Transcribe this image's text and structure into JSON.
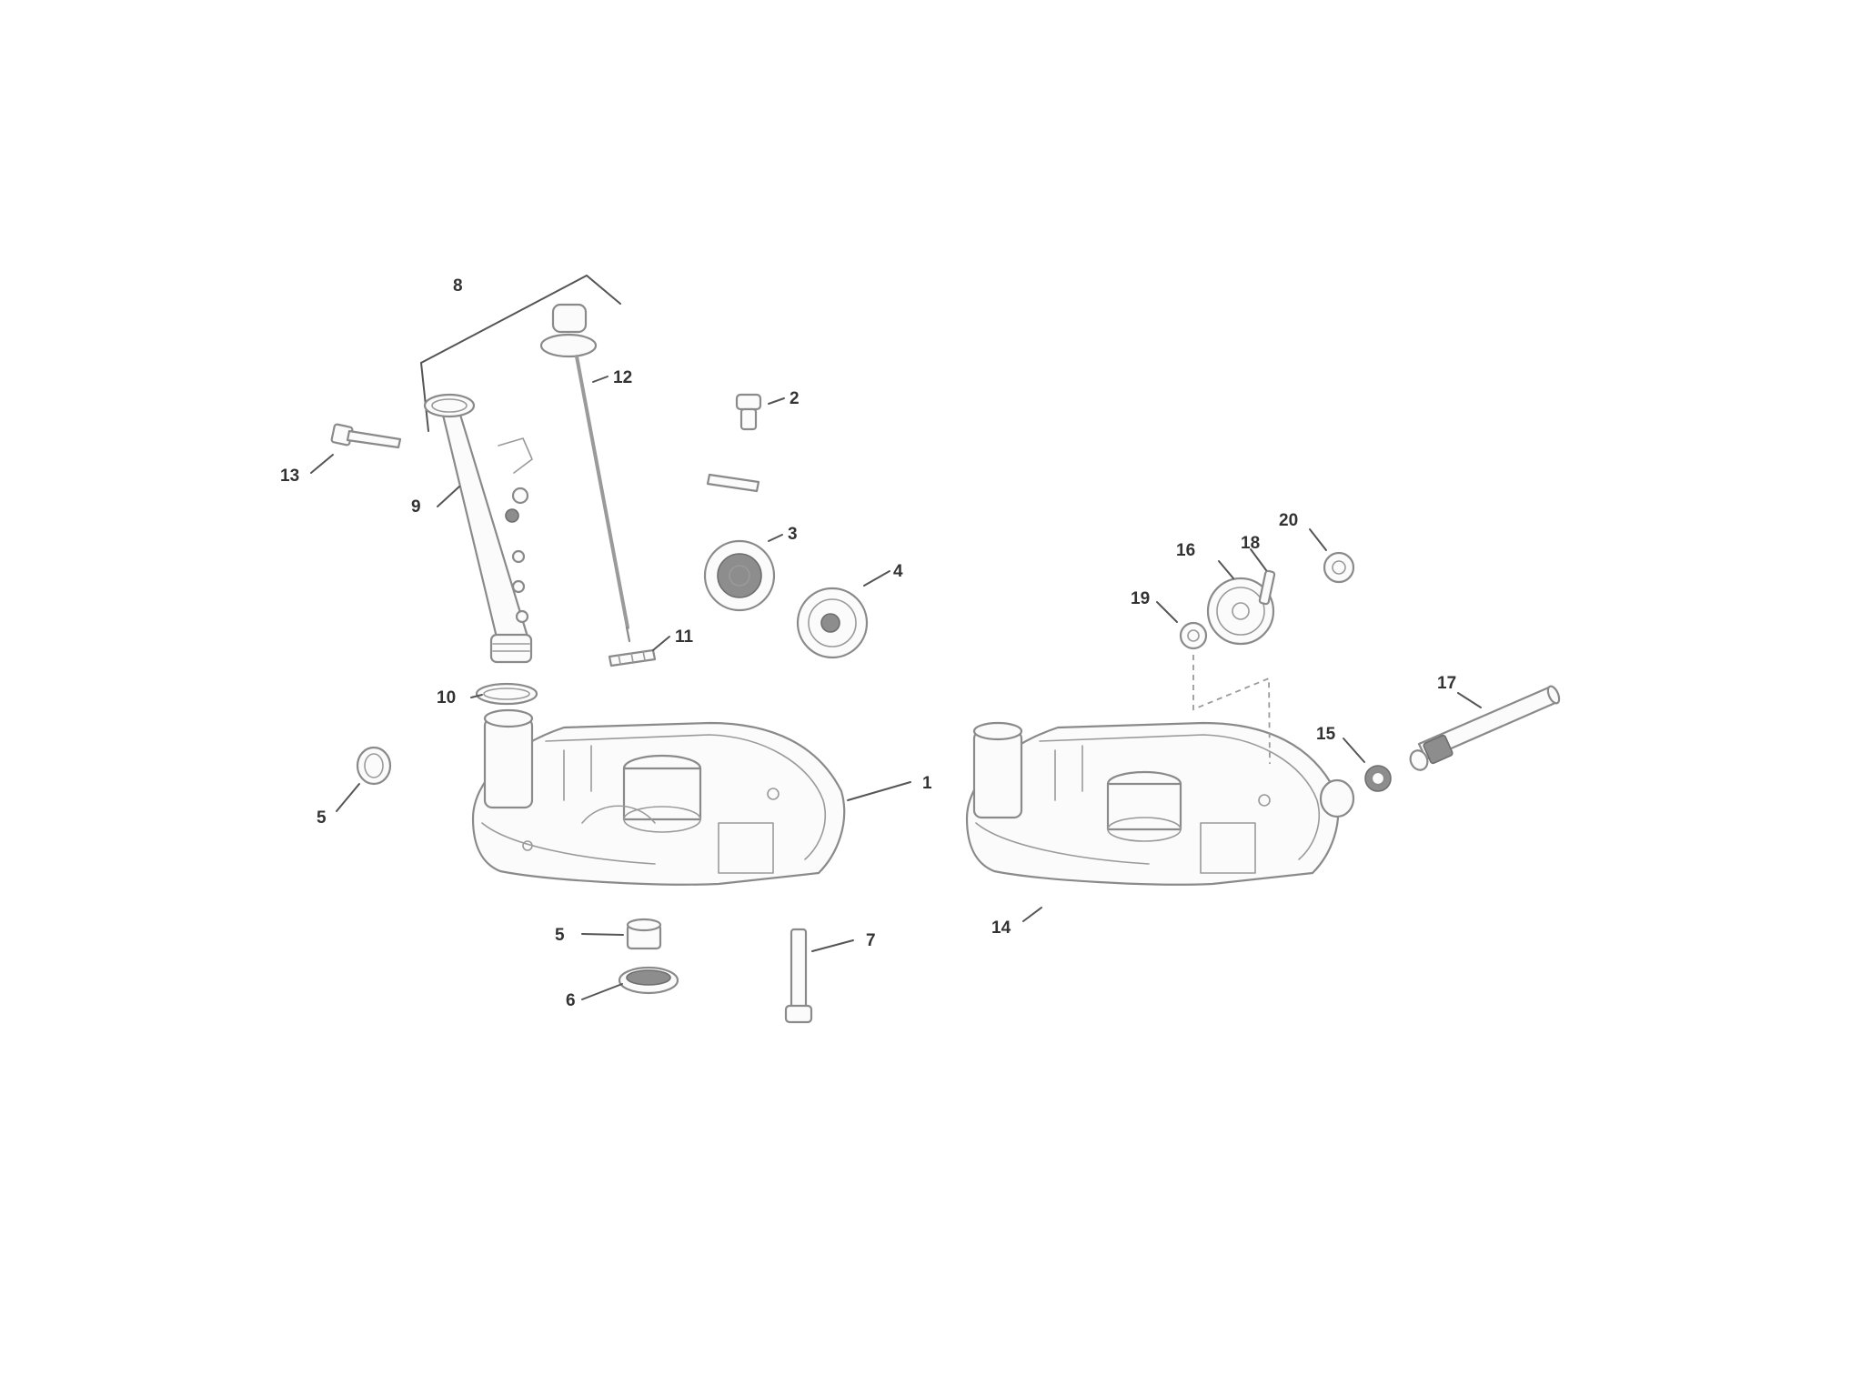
{
  "diagram": {
    "callouts": [
      {
        "id": "c1",
        "label": "1"
      },
      {
        "id": "c2",
        "label": "2"
      },
      {
        "id": "c3",
        "label": "3"
      },
      {
        "id": "c4",
        "label": "4"
      },
      {
        "id": "c5a",
        "label": "5"
      },
      {
        "id": "c5b",
        "label": "5"
      },
      {
        "id": "c6",
        "label": "6"
      },
      {
        "id": "c7",
        "label": "7"
      },
      {
        "id": "c8",
        "label": "8"
      },
      {
        "id": "c9",
        "label": "9"
      },
      {
        "id": "c10",
        "label": "10"
      },
      {
        "id": "c11",
        "label": "11"
      },
      {
        "id": "c12",
        "label": "12"
      },
      {
        "id": "c13",
        "label": "13"
      },
      {
        "id": "c14",
        "label": "14"
      },
      {
        "id": "c15",
        "label": "15"
      },
      {
        "id": "c16",
        "label": "16"
      },
      {
        "id": "c17",
        "label": "17"
      },
      {
        "id": "c18",
        "label": "18"
      },
      {
        "id": "c19",
        "label": "19"
      },
      {
        "id": "c20",
        "label": "20"
      }
    ]
  }
}
